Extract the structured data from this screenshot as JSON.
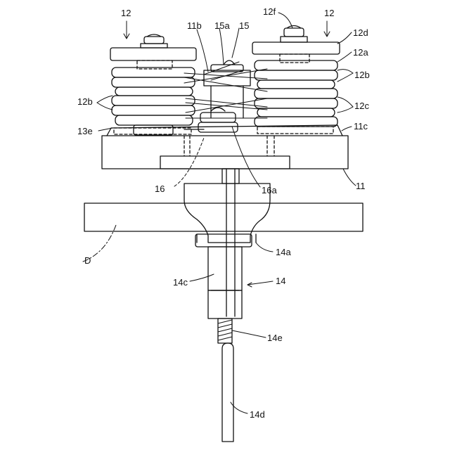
{
  "figure": {
    "labels": {
      "l12_left": "12",
      "l12_right": "12",
      "l12f": "12f",
      "l12d": "12d",
      "l12a": "12a",
      "l12b_right": "12b",
      "l12b_left": "12b",
      "l12c": "12c",
      "l11b": "11b",
      "l15a": "15a",
      "l15": "15",
      "l13e": "13e",
      "l11c": "11c",
      "l16": "16",
      "l16a": "16a",
      "l11": "11",
      "lD": "D",
      "l14a": "14a",
      "l14c": "14c",
      "l14": "14",
      "l14e": "14e",
      "l14d": "14d"
    }
  }
}
